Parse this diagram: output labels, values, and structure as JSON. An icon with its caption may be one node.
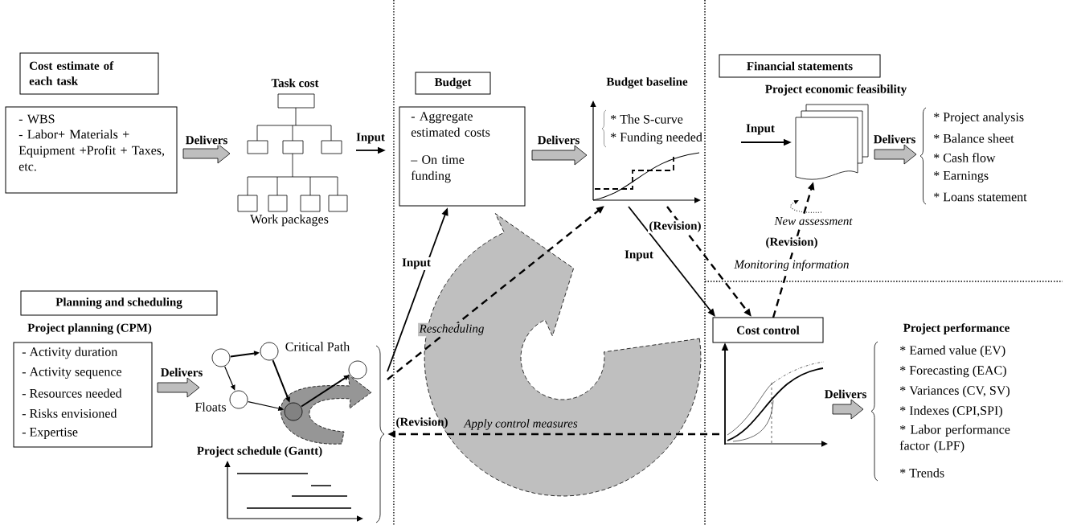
{
  "diagram": {
    "nodes": [
      {
        "text": [
          "Cost estimate of each task"
        ]
      },
      {
        "text": [
          "- WBS",
          "- Labor+ Materials + Equipment +Profit + Taxes, etc."
        ]
      },
      {
        "text": [
          "Task cost",
          "Work packages"
        ]
      },
      {
        "text": [
          "Budget"
        ]
      },
      {
        "text": [
          "- Aggregate estimated costs",
          "– On time funding"
        ]
      },
      {
        "text": [
          "Budget baseline",
          "* The S-curve",
          "* Funding needed"
        ]
      },
      {
        "text": [
          "Financial statements"
        ]
      },
      {
        "text": [
          "Project economic feasibility"
        ]
      },
      {
        "text": [
          "* Project analysis",
          "* Balance sheet",
          "* Cash flow",
          "* Earnings",
          "* Loans statement"
        ]
      },
      {
        "text": [
          "Planning and scheduling"
        ]
      },
      {
        "text": [
          "Project planning (CPM)",
          "- Activity duration",
          "- Activity sequence",
          "- Resources needed",
          "- Risks envisioned",
          "- Expertise"
        ]
      },
      {
        "text": [
          "Critical Path",
          "Floats"
        ]
      },
      {
        "text": [
          "Project schedule (Gantt)"
        ]
      },
      {
        "text": [
          "Cost control"
        ]
      },
      {
        "text": [],
        "shape": "picture"
      },
      {
        "text": [
          "Project performance",
          "* Earned value (EV)",
          "* Forecasting (EAC)",
          "* Variances (CV, SV)",
          "* Indexes (CPI,SPI)",
          "* Labor performance factor (LPF)",
          "* Trends"
        ]
      },
      {
        "text": [],
        "shape": "brace"
      }
    ],
    "edges": [
      {
        "from": 1,
        "to": 2,
        "arrow": "to",
        "label": "Delivers",
        "style": "thick"
      },
      {
        "from": 2,
        "to": 4,
        "arrow": "to",
        "label": "Input"
      },
      {
        "from": 4,
        "to": 5,
        "arrow": "to",
        "label": "Delivers",
        "style": "thick"
      },
      {
        "from": 5,
        "to": 7,
        "arrow": "to",
        "label": "Input"
      },
      {
        "from": 7,
        "to": 8,
        "arrow": "to",
        "label": "Delivers",
        "style": "thick"
      },
      {
        "from": 10,
        "to": 11,
        "arrow": "to",
        "label": "Delivers",
        "style": "thick"
      },
      {
        "from": 16,
        "to": 4,
        "arrow": "to",
        "label": "Input"
      },
      {
        "from": 16,
        "to": 5,
        "arrow": "to",
        "label": "Rescheduling",
        "style": "dashed"
      },
      {
        "from": 5,
        "to": 13,
        "arrow": "to",
        "label": "Input"
      },
      {
        "from": 5,
        "to": 13,
        "arrow": "to",
        "label": "(Revision)",
        "style": "dashed"
      },
      {
        "from": 13,
        "to": 7,
        "arrow": "to",
        "label": "(Revision)",
        "style": "dashed"
      },
      {
        "from": 14,
        "to": 13,
        "arrow": "to"
      },
      {
        "from": 14,
        "to": 15,
        "arrow": "to",
        "label": "Delivers",
        "style": "thick"
      },
      {
        "from": 14,
        "to": 16,
        "arrow": "to",
        "label": "(Revision)",
        "style": "dashed"
      }
    ],
    "labels": [
      "Monitoring information",
      "New assessment",
      "Apply control measures"
    ]
  }
}
